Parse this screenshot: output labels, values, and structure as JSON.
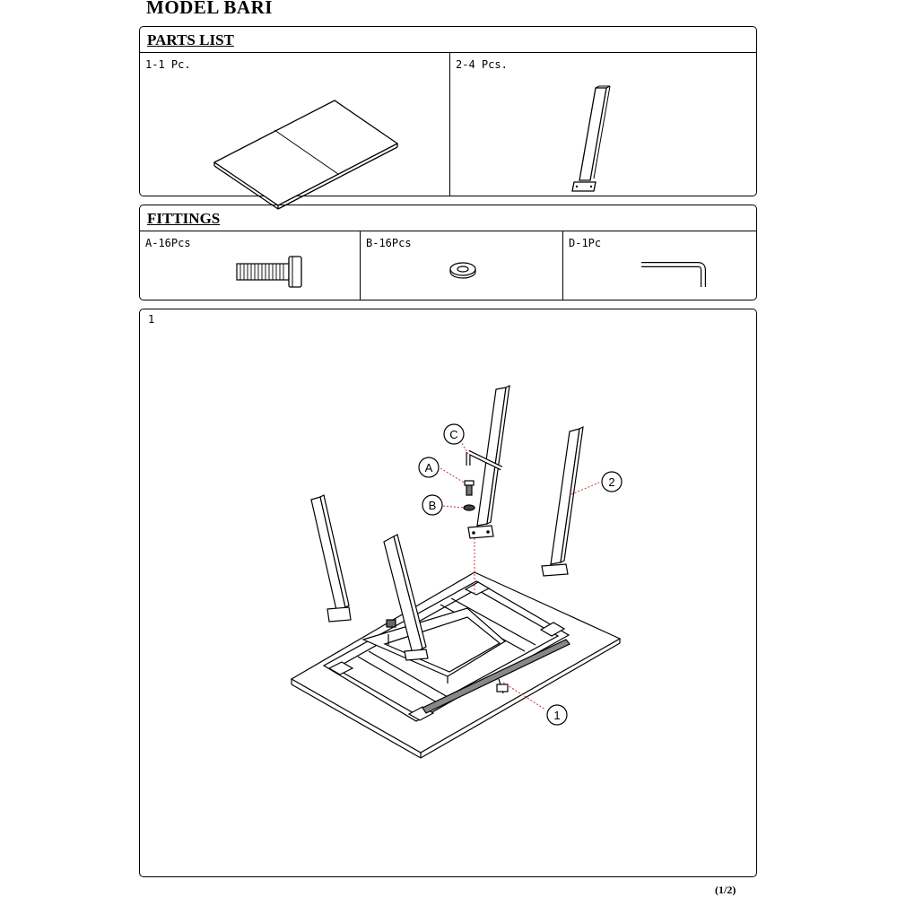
{
  "document": {
    "model_title": "MODEL BARI",
    "page_number": "(1/2)"
  },
  "parts_list": {
    "heading": "PARTS LIST",
    "items": [
      {
        "label": "1-1 Pc.",
        "icon": "table-top-icon"
      },
      {
        "label": "2-4 Pcs.",
        "icon": "table-leg-icon"
      }
    ]
  },
  "fittings": {
    "heading": "FITTINGS",
    "items": [
      {
        "label": "A-16Pcs",
        "icon": "bolt-icon"
      },
      {
        "label": "B-16Pcs",
        "icon": "washer-icon"
      },
      {
        "label": "D-1Pc",
        "icon": "allen-key-icon"
      }
    ]
  },
  "assembly_step": {
    "number": "1",
    "callouts": [
      "C",
      "A",
      "B",
      "2",
      "1"
    ]
  }
}
